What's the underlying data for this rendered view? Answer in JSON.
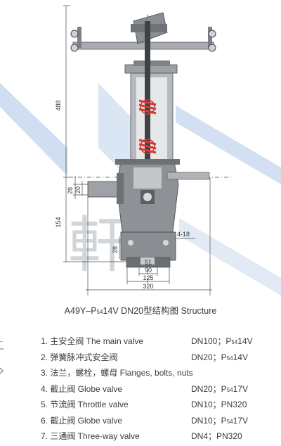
{
  "colors": {
    "valve_body": "#8e9196",
    "valve_body_light": "#b4b7bb",
    "valve_dark": "#3c3f44",
    "spring": "#d73a32",
    "watermark_stripe": "#b7cde6",
    "dimension_line": "#4a4a4a"
  },
  "watermark": {
    "text": "軒"
  },
  "dimensions": {
    "overall_height": "488",
    "lower_height": "154",
    "inlet_28": "28",
    "inlet_20": "20",
    "base_28": "28",
    "bolt_holes": "4-18",
    "width_51": "51",
    "width_90": "90",
    "width_125": "125",
    "width_320": "320"
  },
  "caption": {
    "model_prefix": "A49Y–P",
    "model_sub": "54",
    "model_suffix": "14V DN20型结构图 Structure"
  },
  "parts": [
    {
      "name": "1. 主安全阀 The main valve",
      "spec_a": "DN100；P",
      "spec_sub": "54",
      "spec_b": "14V"
    },
    {
      "name": "2. 弹簧脉冲式安全阀",
      "spec_a": "DN20；P",
      "spec_sub": "54",
      "spec_b": "14V"
    },
    {
      "name": "3. 法兰，螺栓，螺母 Flanges, bolts, nuts",
      "spec_a": "",
      "spec_sub": "",
      "spec_b": ""
    },
    {
      "name": "4. 截止阀 Globe valve",
      "spec_a": "DN20；P",
      "spec_sub": "54",
      "spec_b": "17V"
    },
    {
      "name": "5. 节流阀 Throttle valve",
      "spec_a": "DN10；PN320",
      "spec_sub": "",
      "spec_b": ""
    },
    {
      "name": "6. 截止阀 Globe valve",
      "spec_a": "DN10；P",
      "spec_sub": "54",
      "spec_b": "17V"
    },
    {
      "name": "7. 三通阀 Three-way valve",
      "spec_a": "DN4；PN320",
      "spec_sub": "",
      "spec_b": ""
    }
  ]
}
